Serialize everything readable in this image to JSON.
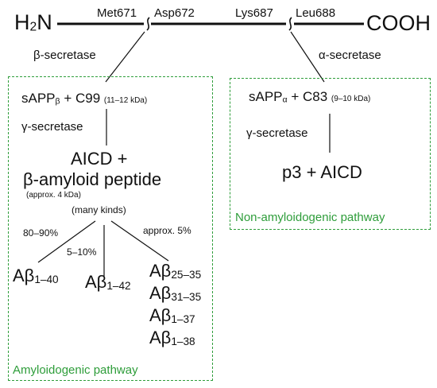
{
  "protein": {
    "n_terminus": {
      "main": "H",
      "sub": "2",
      "tail": "N"
    },
    "c_terminus": "COOH",
    "sites": [
      "Met671",
      "Asp672",
      "Lys687",
      "Leu688"
    ]
  },
  "enzymes": {
    "beta": "β-secretase",
    "alpha": "α-secretase",
    "gamma": "γ-secretase"
  },
  "amyloidogenic": {
    "title": "Amyloidogenic pathway",
    "products": {
      "main": "sAPP",
      "sub": "β",
      "rest": " + C99",
      "size": "(11–12 kDa)"
    },
    "result_line1": "AICD +",
    "result_line2": "β-amyloid peptide",
    "result_size": "(approx. 4 kDa)",
    "result_kinds": "(many kinds)",
    "percent_40": "80–90%",
    "percent_42": "5–10%",
    "percent_other": "approx. 5%",
    "peptides": [
      {
        "base": "Aβ",
        "sub": "1–40"
      },
      {
        "base": "Aβ",
        "sub": "1–42"
      },
      {
        "base": "Aβ",
        "sub": "25–35"
      },
      {
        "base": "Aβ",
        "sub": "31–35"
      },
      {
        "base": "Aβ",
        "sub": "1–37"
      },
      {
        "base": "Aβ",
        "sub": "1–38"
      }
    ]
  },
  "non_amyloidogenic": {
    "title": "Non-amyloidogenic pathway",
    "products": {
      "main": "sAPP",
      "sub": "α",
      "rest": " + C83",
      "size": "(9–10 kDa)"
    },
    "result": "p3 + AICD"
  },
  "colors": {
    "pathway_green": "#2e9d3a",
    "text": "#111111"
  }
}
